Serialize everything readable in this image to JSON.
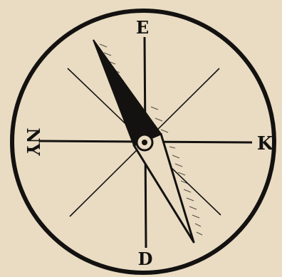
{
  "compass": {
    "labels": {
      "top": "E",
      "right": "K",
      "bottom": "D",
      "left": "NY"
    },
    "colors": {
      "paper": "#e9dcc3",
      "ink": "#141210"
    },
    "icons": {
      "needle": "compass-needle-icon",
      "pivot": "pivot-icon"
    }
  }
}
